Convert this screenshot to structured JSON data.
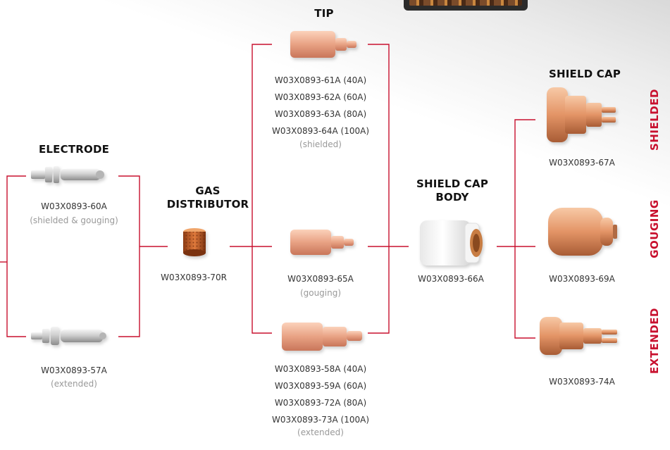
{
  "headings": {
    "tip": "TIP",
    "electrode": "ELECTRODE",
    "gas_distributor": "GAS\nDISTRIBUTOR",
    "shield_cap_body": "SHIELD CAP\nBODY",
    "shield_cap": "SHIELD CAP"
  },
  "side_labels": {
    "shielded": "SHIELDED",
    "gouging": "GOUGING",
    "extended": "EXTENDED"
  },
  "electrode": {
    "top": {
      "code": "W03X0893-60A",
      "note": "(shielded & gouging)"
    },
    "bottom": {
      "code": "W03X0893-57A",
      "note": "(extended)"
    }
  },
  "gas_distributor": {
    "code": "W03X0893-70R"
  },
  "tip": {
    "top": {
      "codes": [
        "W03X0893-61A (40A)",
        "W03X0893-62A (60A)",
        "W03X0893-63A (80A)",
        "W03X0893-64A (100A)"
      ],
      "note": "(shielded)"
    },
    "middle": {
      "code": "W03X0893-65A",
      "note": "(gouging)"
    },
    "bottom": {
      "codes": [
        "W03X0893-58A (40A)",
        "W03X0893-59A (60A)",
        "W03X0893-72A (80A)",
        "W03X0893-73A (100A)"
      ],
      "note": "(extended)"
    }
  },
  "shield_cap_body": {
    "code": "W03X0893-66A"
  },
  "shield_cap": {
    "shielded": {
      "code": "W03X0893-67A"
    },
    "gouging": {
      "code": "W03X0893-69A"
    },
    "extended": {
      "code": "W03X0893-74A"
    }
  },
  "colors": {
    "line": "#c8102e",
    "accent": "#c8102e",
    "copper": "#e0936c",
    "muted_note": "#999999"
  }
}
